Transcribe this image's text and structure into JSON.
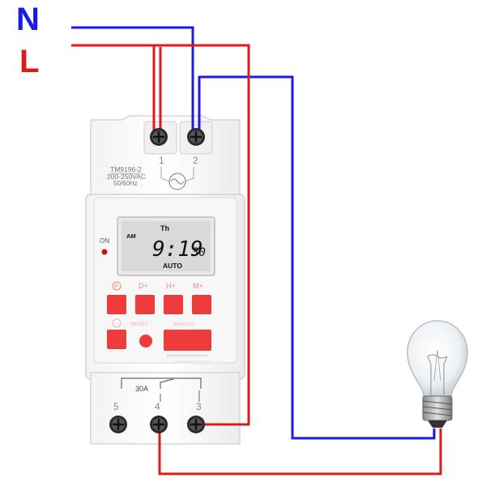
{
  "legend": {
    "neutral_label": "N",
    "live_label": "L"
  },
  "colors": {
    "neutral": "#1a1ae6",
    "live": "#e01a1a",
    "button": "#ee3b3b",
    "led": "#c01818"
  },
  "device": {
    "model": "TM9196-2",
    "voltage": "200-250VAC",
    "frequency": "50/60Hz",
    "top_terminals": [
      "1",
      "2"
    ],
    "bottom_terminals": [
      "5",
      "4",
      "3"
    ],
    "rating": "30A",
    "on_label": "ON",
    "display": {
      "day": "Th",
      "ampm": "AM",
      "time": "9:19",
      "seconds": "30",
      "mode": "AUTO"
    },
    "buttons": {
      "p": "P",
      "d_plus": "D+",
      "h_plus": "H+",
      "m_plus": "M+",
      "reset": "RESET",
      "manual": "MANUAL"
    }
  }
}
